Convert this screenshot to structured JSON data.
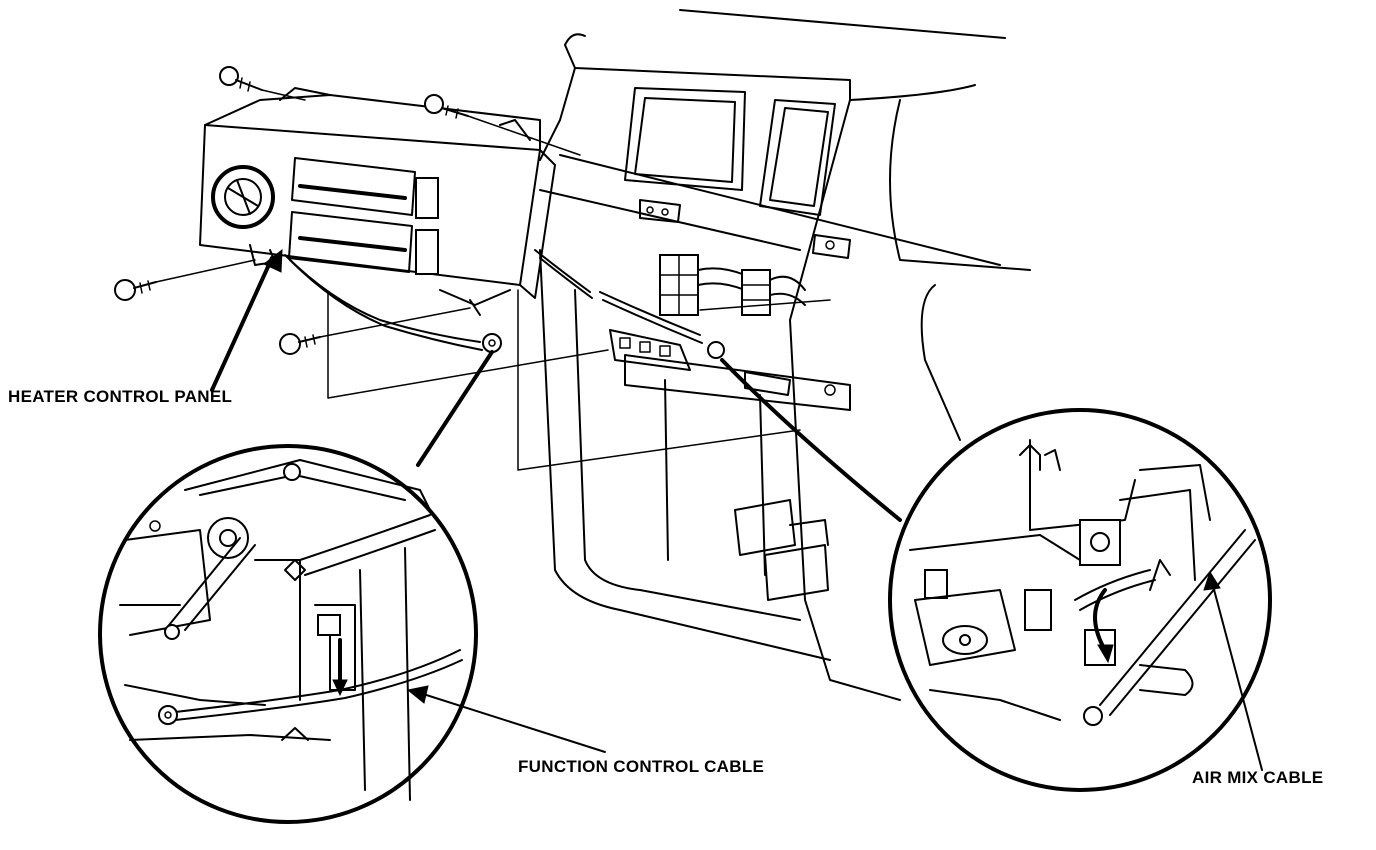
{
  "labels": {
    "heater_control_panel": "HEATER CONTROL PANEL",
    "function_control_cable": "FUNCTION CONTROL CABLE",
    "air_mix_cable": "AIR MIX CABLE"
  }
}
